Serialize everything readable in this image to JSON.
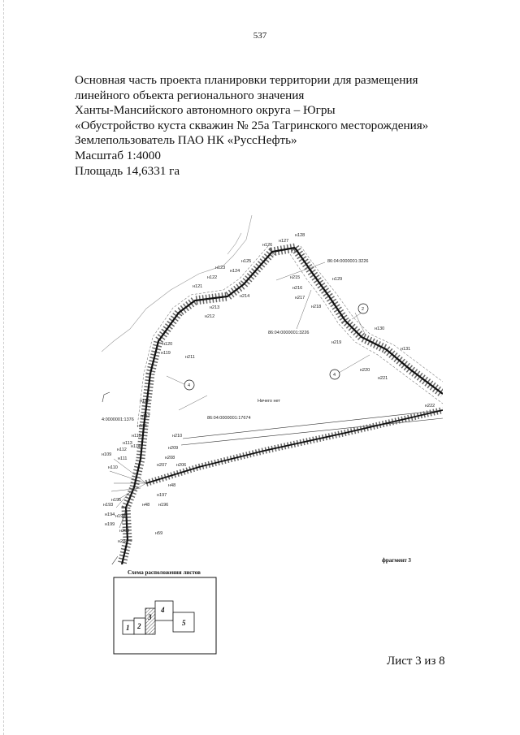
{
  "page_number": "537",
  "heading": {
    "line1": "Основная часть проекта планировки территории для размещения",
    "line2": "линейного объекта  регионального значения",
    "line3": "Ханты-Мансийского автономного округа – Югры",
    "line4": "«Обустройство куста скважин  № 25а Тагринского месторождения»",
    "line5": "Землепользователь ПАО НК «РуссНефть»",
    "line6": "Масштаб 1:4000",
    "line7": "Площадь 14,6331 га"
  },
  "map": {
    "parcels": {
      "p1": "86:04:0000001:3226",
      "p2": "86:04:0000001:3226",
      "p3": "86:04:0000001:17674",
      "p4": "4:0000001:1376"
    },
    "nothing_label": "Ничего нет",
    "callouts": {
      "c1": "2",
      "c2": "4",
      "c3": "4"
    },
    "points": {
      "n128": "н128",
      "n127": "н127",
      "n126": "н126",
      "n125": "н125",
      "n124": "н124",
      "n123": "н123",
      "n122": "н122",
      "n121": "н121",
      "n213": "н213",
      "n212": "н212",
      "n214": "н214",
      "n215": "н215",
      "n216": "н216",
      "n217": "н217",
      "n218": "н218",
      "n129": "н129",
      "n130": "н130",
      "n219": "н219",
      "n131": "н131",
      "n220": "н220",
      "n221": "н221",
      "n222": "н222",
      "n120": "н120",
      "n119": "н119",
      "n211": "н211",
      "n118": "н118",
      "n117": "н117",
      "n116": "н116",
      "n210": "н210",
      "n115": "н115",
      "n114": "н114",
      "n209": "н209",
      "n113": "н113",
      "n208": "н208",
      "n111": "н111",
      "n207": "н207",
      "n206": "н206",
      "n110": "н110",
      "n109": "н109",
      "n112": "н112",
      "n48a": "н48",
      "n197": "н197",
      "n195": "н195",
      "n196": "н196",
      "n48b": "н48",
      "n194": "н194",
      "n193": "н193",
      "n190": "н190",
      "n199": "н199",
      "n200": "н200",
      "n59": "н59",
      "n204": "н204"
    }
  },
  "fragment_label": "фрагмент 3",
  "scheme": {
    "title": "Схема расположения листов",
    "sheets": {
      "s1": "1",
      "s2": "2",
      "s3": "3",
      "s4": "4",
      "s5": "5"
    }
  },
  "sheet_label": "Лист 3 из 8"
}
